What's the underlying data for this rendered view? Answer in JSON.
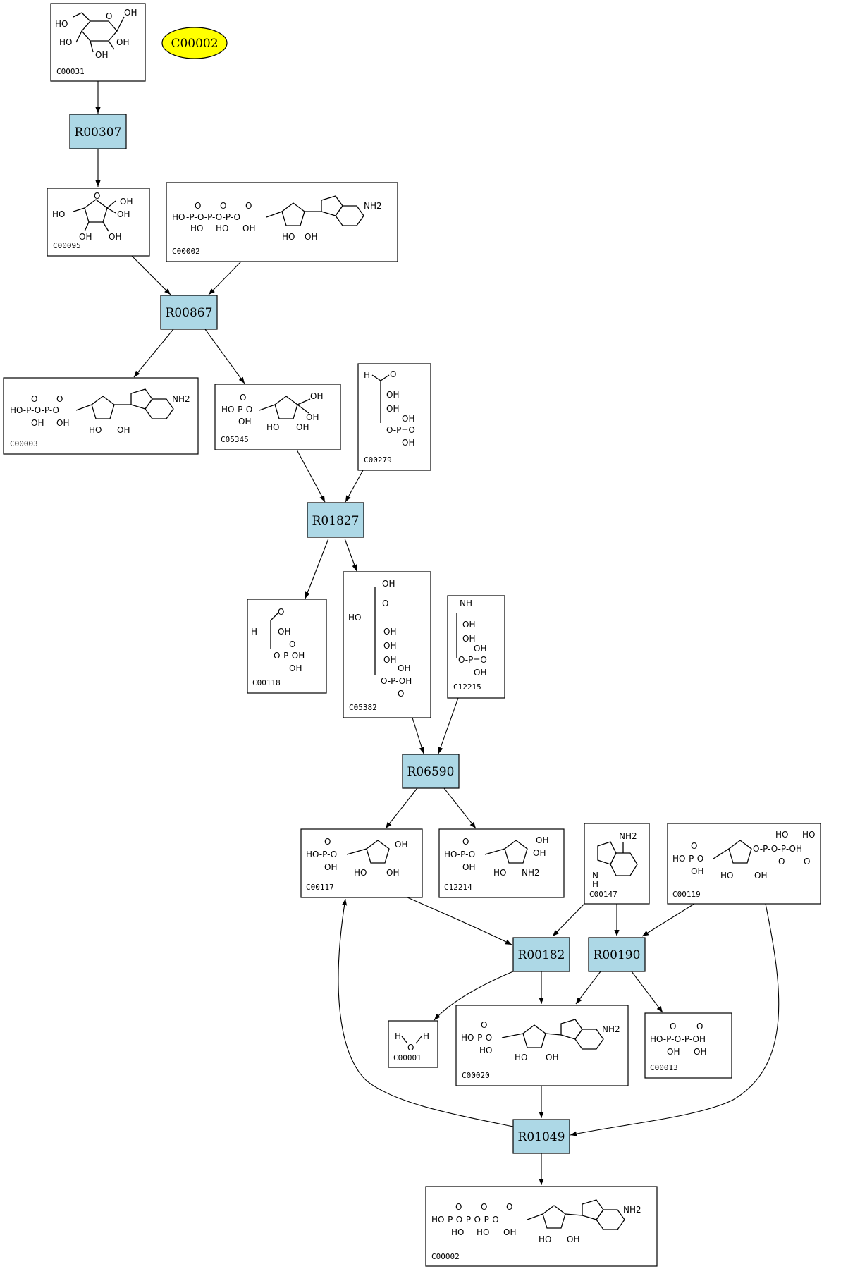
{
  "diagram": {
    "legend_oval": {
      "label": "C00002",
      "color": "#ffff00"
    },
    "reaction_color": "#add8e6",
    "reactions": {
      "R00307": "R00307",
      "R00867": "R00867",
      "R01827": "R01827",
      "R06590": "R06590",
      "R00182": "R00182",
      "R00190": "R00190",
      "R01049": "R01049"
    },
    "compounds": {
      "C00031": "C00031",
      "C00095": "C00095",
      "C00002_top": "C00002",
      "C00003": "C00003",
      "C05345": "C05345",
      "C00279": "C00279",
      "C00118": "C00118",
      "C05382": "C05382",
      "C12215": "C12215",
      "C00117": "C00117",
      "C12214": "C12214",
      "C00147": "C00147",
      "C00119": "C00119",
      "C00001": "C00001",
      "C00020": "C00020",
      "C00013": "C00013",
      "C00002_bottom": "C00002"
    },
    "edges": [
      [
        "C00031",
        "R00307"
      ],
      [
        "R00307",
        "C00095"
      ],
      [
        "C00095",
        "R00867"
      ],
      [
        "C00002_top",
        "R00867"
      ],
      [
        "R00867",
        "C00003"
      ],
      [
        "R00867",
        "C05345"
      ],
      [
        "C05345",
        "R01827"
      ],
      [
        "C00279",
        "R01827"
      ],
      [
        "R01827",
        "C00118"
      ],
      [
        "R01827",
        "C05382"
      ],
      [
        "C05382",
        "R06590"
      ],
      [
        "C12215",
        "R06590"
      ],
      [
        "R06590",
        "C00117"
      ],
      [
        "R06590",
        "C12214"
      ],
      [
        "C00117",
        "R00182"
      ],
      [
        "C00147",
        "R00182"
      ],
      [
        "C00147",
        "R00190"
      ],
      [
        "C00119",
        "R00190"
      ],
      [
        "R00182",
        "C00001"
      ],
      [
        "R00182",
        "C00020"
      ],
      [
        "R00190",
        "C00020"
      ],
      [
        "R00190",
        "C00013"
      ],
      [
        "C00020",
        "R01049"
      ],
      [
        "C00119",
        "R01049"
      ],
      [
        "R01049",
        "C00117"
      ],
      [
        "R01049",
        "C00002_bottom"
      ]
    ]
  }
}
